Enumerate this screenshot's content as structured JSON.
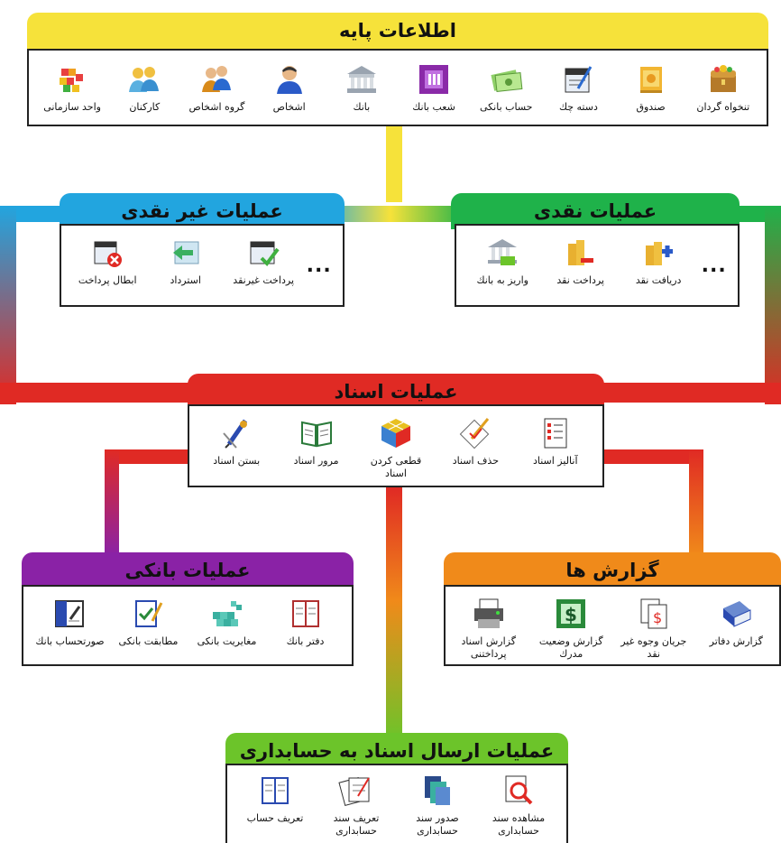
{
  "colors": {
    "yellow": "#f6e23a",
    "green": "#1fb24a",
    "blue": "#22a5df",
    "red": "#e02a24",
    "purple": "#8a22a6",
    "orange": "#f08a1a",
    "lime": "#6cc42a"
  },
  "base": {
    "title": "اطلاعات پایه",
    "items": [
      {
        "label": "تنخواه گردان",
        "icon": "treasure-chest-icon"
      },
      {
        "label": "صندوق",
        "icon": "cash-box-icon"
      },
      {
        "label": "دسته چك",
        "icon": "checkbook-icon"
      },
      {
        "label": "حساب بانكی",
        "icon": "money-card-icon"
      },
      {
        "label": "شعب بانك",
        "icon": "bank-branch-icon"
      },
      {
        "label": "بانك",
        "icon": "bank-building-icon"
      },
      {
        "label": "اشخاص",
        "icon": "person-icon"
      },
      {
        "label": "گروه اشخاص",
        "icon": "people-group-icon"
      },
      {
        "label": "كاركنان",
        "icon": "staff-icon"
      },
      {
        "label": "واحد سازمانی",
        "icon": "org-unit-icon"
      }
    ]
  },
  "cash": {
    "title": "عملیات نقدی",
    "items": [
      {
        "label": "دریافت نقد",
        "icon": "coins-plus-icon"
      },
      {
        "label": "پرداخت نقد",
        "icon": "coins-minus-icon"
      },
      {
        "label": "واریز به بانك",
        "icon": "bank-deposit-icon"
      }
    ],
    "more": "..."
  },
  "noncash": {
    "title": "عملیات غیر نقدی",
    "items": [
      {
        "label": "پرداخت غیرنقد",
        "icon": "check-pay-icon"
      },
      {
        "label": "استرداد",
        "icon": "return-arrow-icon"
      },
      {
        "label": "ابطال پرداخت",
        "icon": "cancel-payment-icon"
      }
    ],
    "more": "..."
  },
  "docs": {
    "title": "عملیات اسناد",
    "items": [
      {
        "label": "آنالیز اسناد",
        "icon": "checklist-icon"
      },
      {
        "label": "حذف اسناد",
        "icon": "delete-doc-icon"
      },
      {
        "label": "قطعی كردن اسناد",
        "icon": "cube-finalize-icon"
      },
      {
        "label": "مرور اسناد",
        "icon": "open-book-icon"
      },
      {
        "label": "بستن اسناد",
        "icon": "pen-close-icon"
      }
    ]
  },
  "bank_ops": {
    "title": "عملیات بانكی",
    "items": [
      {
        "label": "دفتر بانك",
        "icon": "ledger-book-icon"
      },
      {
        "label": "مغایریت بانكی",
        "icon": "grid-cubes-icon"
      },
      {
        "label": "مطابقت بانكی",
        "icon": "match-doc-icon"
      },
      {
        "label": "صورتحساب بانك",
        "icon": "bank-statement-icon"
      }
    ]
  },
  "reports": {
    "title": "گزارش ها",
    "items": [
      {
        "label": "گزارش دفاتر",
        "icon": "books-report-icon"
      },
      {
        "label": "جریان وجوه غیر نقد",
        "icon": "money-flow-icon"
      },
      {
        "label": "گزارش وضعیت مدرك",
        "icon": "dollar-status-icon"
      },
      {
        "label": "گزارش اسناد پرداختنی",
        "icon": "printer-report-icon"
      }
    ]
  },
  "accounting": {
    "title": "عملیات ارسال اسناد به حسابداری",
    "items": [
      {
        "label": "مشاهده سند حسابداری",
        "icon": "view-voucher-icon"
      },
      {
        "label": "صدور سند حسابداری",
        "icon": "issue-voucher-icon"
      },
      {
        "label": "تعریف سند حسابداری",
        "icon": "define-voucher-icon"
      },
      {
        "label": "تعریف حساب",
        "icon": "account-book-icon"
      }
    ]
  }
}
